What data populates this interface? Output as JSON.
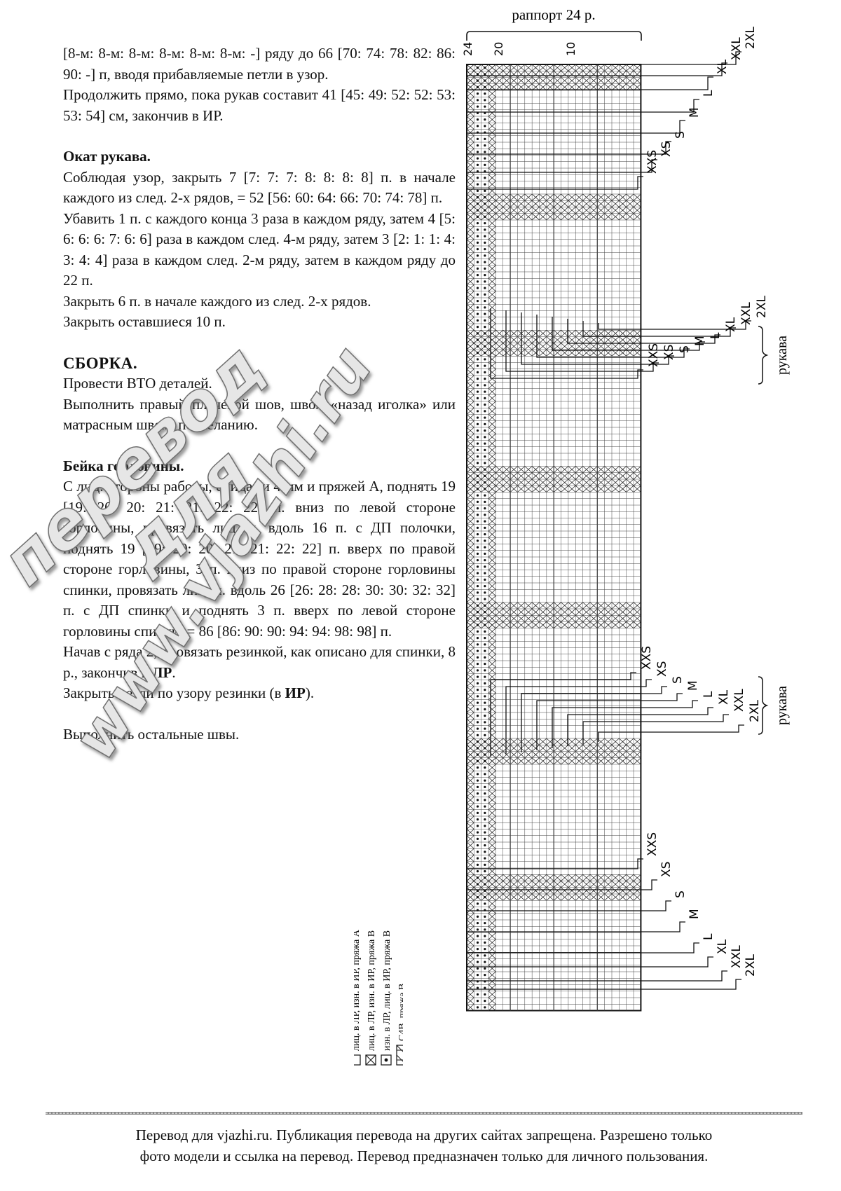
{
  "instructions": {
    "p1": "[8-м: 8-м: 8-м: 8-м: 8-м: 8-м: -] ряду до 66 [70: 74: 78: 82: 86: 90: -] п, вводя прибавляемые петли в узор.",
    "p2": "Продолжить прямо, пока рукав составит 41 [45: 49: 52: 52: 53: 53: 54] см, закончив в ИР.",
    "h_sleeve_cap": "Окат рукава.",
    "p3": "Соблюдая узор, закрыть 7 [7: 7: 7: 8: 8: 8: 8] п. в начале каждого из след. 2-х рядов, = 52 [56: 60: 64: 66: 70: 74: 78] п.",
    "p4": "Убавить 1 п. с каждого конца 3 раза в каждом ряду, затем 4 [5: 6: 6: 6: 7: 6: 6] раза в каждом след. 4-м ряду, затем 3 [2: 1: 1: 4: 3: 4: 4] раза в каждом след. 2-м ряду, затем в каждом ряду до 22 п.",
    "p5": "Закрыть 6 п. в начале каждого из след. 2-х рядов.",
    "p6": "Закрыть оставшиеся 10 п.",
    "h_assembly": "СБОРКА.",
    "p7": "Провести ВТО деталей.",
    "p8": "Выполнить правый плечевой шов, швом «назад иголка» или матрасным швом, по желанию.",
    "h_neckband": "Бейка горловины.",
    "p9": "С лиц. стороны работы, спицами 4 мм и пряжей А, поднять 19 [19: 20: 20: 21: 21: 22: 22] п. вниз по левой стороне горловины, провязать лиц. п. вдоль 16 п. с ДП полочки, поднять 19 [19: 20: 20: 21: 21: 22: 22] п. вверх по правой стороне горловины, 3 п. вниз по правой стороне горловины спинки, провязать лиц. п. вдоль 26 [26: 28: 28: 30: 30: 32: 32] п. с ДП спинки и поднять 3 п. вверх по левой стороне горловины спинки, = 86 [86: 90: 90: 94: 94: 98: 98] п.",
    "p10_a": "Начав с ряда 2, провязать резинкой, как описано для спинки, 8 р., закончив в ",
    "p10_b": "ЛР",
    "p10_c": ".",
    "p11_a": "Закрыть петли по узору резинки (в ",
    "p11_b": "ИР",
    "p11_c": ").",
    "p12": "Выполнить остальные швы."
  },
  "chart": {
    "repeat_label": "раппорт 24 р.",
    "col_labels": [
      "24",
      "20",
      "10"
    ],
    "sizes": [
      "XXS",
      "XS",
      "S",
      "M",
      "L",
      "XL",
      "XXL",
      "2XL"
    ],
    "sleeve_label": "рукава"
  },
  "legend": {
    "items": [
      "лиц. в ЛР, изн. в ИР, пряжа А",
      "лиц. в ЛР, изн. в ИР, пряжа В",
      "изн. в ЛР, лиц. в ИР, пряжа В",
      "С4В, пряжа В"
    ]
  },
  "watermark": {
    "line1": "перевод",
    "line2": "для",
    "line3": "www.vjazhi.ru"
  },
  "footer": {
    "line1": "Перевод для vjazhi.ru. Публикация перевода на других сайтах запрещена. Разрешено только",
    "line2": "фото модели и ссылка на перевод.  Перевод предназначен только для личного пользования."
  }
}
